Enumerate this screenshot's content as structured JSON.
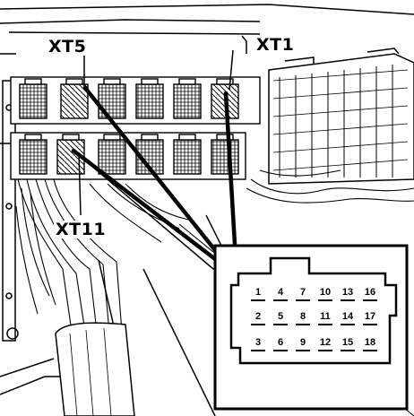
{
  "labels": {
    "xt5": "XT5",
    "xt1": "XT1",
    "xt11": "XT11"
  },
  "connector_pins": {
    "row1": [
      "1",
      "4",
      "7",
      "10",
      "13",
      "16"
    ],
    "row2": [
      "2",
      "5",
      "8",
      "11",
      "14",
      "17"
    ],
    "row3": [
      "3",
      "6",
      "9",
      "12",
      "15",
      "18"
    ]
  }
}
